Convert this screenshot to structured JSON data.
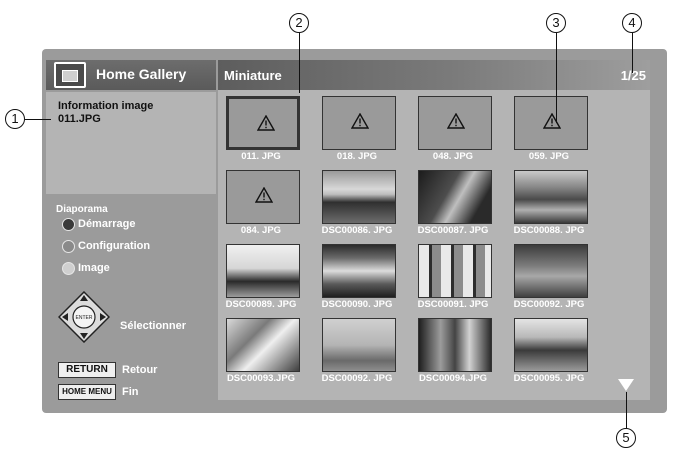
{
  "header": {
    "app_title": "Home Gallery",
    "main_title": "Miniature",
    "page_indicator": "1/25"
  },
  "info": {
    "label": "Information image",
    "filename": "011.JPG"
  },
  "slideshow": {
    "title": "Diaporama",
    "items": [
      {
        "label": "Démarrage",
        "color": "#3a3a3a"
      },
      {
        "label": "Configuration",
        "color": "#8a8a8a"
      },
      {
        "label": "Image",
        "color": "#cfcfcf"
      }
    ]
  },
  "controls": {
    "enter_label": "ENTER",
    "select_label": "Sélectionner",
    "return_key": "RETURN",
    "return_label": "Retour",
    "homemenu_key": "HOME MENU",
    "homemenu_label": "Fin"
  },
  "thumbnails": [
    {
      "caption": "011. JPG",
      "kind": "warning",
      "selected": true
    },
    {
      "caption": "018. JPG",
      "kind": "warning"
    },
    {
      "caption": "048. JPG",
      "kind": "warning"
    },
    {
      "caption": "059. JPG",
      "kind": "warning"
    },
    {
      "caption": "084. JPG",
      "kind": "warning"
    },
    {
      "caption": "DSC00086. JPG",
      "kind": "photo",
      "tone": "lake"
    },
    {
      "caption": "DSC00087. JPG",
      "kind": "photo",
      "tone": "portrait"
    },
    {
      "caption": "DSC00088. JPG",
      "kind": "photo",
      "tone": "mountain"
    },
    {
      "caption": "DSC00089. JPG",
      "kind": "photo",
      "tone": "harbor"
    },
    {
      "caption": "DSC00090. JPG",
      "kind": "photo",
      "tone": "coast"
    },
    {
      "caption": "DSC00091. JPG",
      "kind": "photo",
      "tone": "window"
    },
    {
      "caption": "DSC00092. JPG",
      "kind": "photo",
      "tone": "forest"
    },
    {
      "caption": "DSC00093.JPG",
      "kind": "photo",
      "tone": "house"
    },
    {
      "caption": "DSC00092. JPG",
      "kind": "photo",
      "tone": "fog"
    },
    {
      "caption": "DSC00094.JPG",
      "kind": "photo",
      "tone": "street"
    },
    {
      "caption": "DSC00095. JPG",
      "kind": "photo",
      "tone": "river"
    }
  ],
  "callouts": [
    "1",
    "2",
    "3",
    "4",
    "5"
  ],
  "icons": {
    "logo": "gallery-icon",
    "warning": "warning-icon",
    "dpad": "dpad-icon",
    "scroll": "scroll-down-arrow-icon"
  }
}
